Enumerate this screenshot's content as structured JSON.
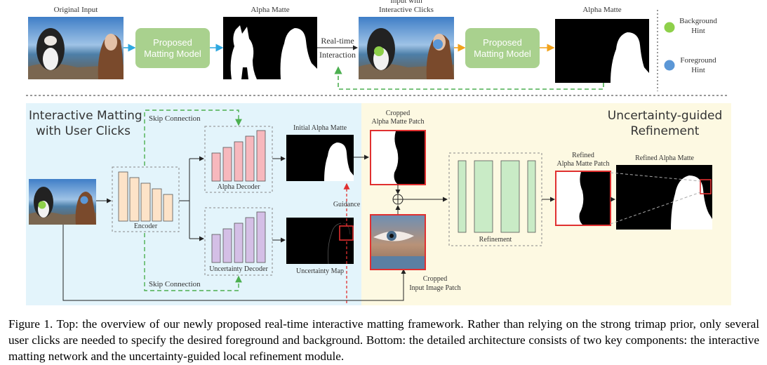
{
  "top": {
    "original_input_label": "Original Input",
    "model_label_1": "Proposed Matting Model",
    "alpha_matte_label_1": "Alpha Matte",
    "realtime_label": "Real-time",
    "interaction_label": "Interaction",
    "input_clicks_label_line1": "Input with",
    "input_clicks_label_line2": "Interactive Clicks",
    "model_label_2": "Proposed Matting Model",
    "alpha_matte_label_2": "Alpha Matte",
    "background_hint_line1": "Background",
    "background_hint_line2": "Hint",
    "foreground_hint_line1": "Foreground",
    "foreground_hint_line2": "Hint"
  },
  "bottom_left": {
    "title_line1": "Interactive Matting",
    "title_line2": "with User Clicks",
    "skip_connection_top": "Skip Connection",
    "skip_connection_bottom": "Skip Connection",
    "encoder_label": "Encoder",
    "alpha_decoder_label": "Alpha Decoder",
    "uncertainty_decoder_label": "Uncertainty Decoder",
    "initial_alpha_label": "Initial Alpha Matte",
    "uncertainty_map_label": "Uncertainty Map",
    "guidance_label": "Guidance"
  },
  "bottom_right": {
    "title_line1": "Uncertainty-guided",
    "title_line2": "Refinement",
    "cropped_alpha_line1": "Cropped",
    "cropped_alpha_line2": "Alpha Matte Patch",
    "cropped_input_line1": "Cropped",
    "cropped_input_line2": "Input Image Patch",
    "refinement_label": "Refinement",
    "refined_patch_line1": "Refined",
    "refined_patch_line2": "Alpha Matte Patch",
    "refined_alpha_label": "Refined Alpha Matte",
    "plus_symbol": "⊕"
  },
  "caption": {
    "text": "Figure 1. Top: the overview of our newly proposed real-time interactive matting framework. Rather than relying on the strong trimap prior, only several user clicks are needed to specify the desired foreground and background. Bottom: the detailed architecture consists of two key components: the interactive matting network and the uncertainty-guided local refinement module."
  },
  "colors": {
    "model_box": "#a9d18e",
    "left_panel": "#e3f4fb",
    "right_panel": "#fdf9e2",
    "encoder": "#fde3c8",
    "alpha_decoder": "#f7b8bd",
    "uncertainty_decoder": "#d4bfe6",
    "refinement": "#c9ebc6",
    "background_hint": "#8ed04a",
    "foreground_hint": "#5b97d6",
    "guide_green": "#4caf50",
    "guide_red": "#e03030",
    "arrow_blue": "#2fa8e0",
    "arrow_orange": "#f2a21a"
  }
}
